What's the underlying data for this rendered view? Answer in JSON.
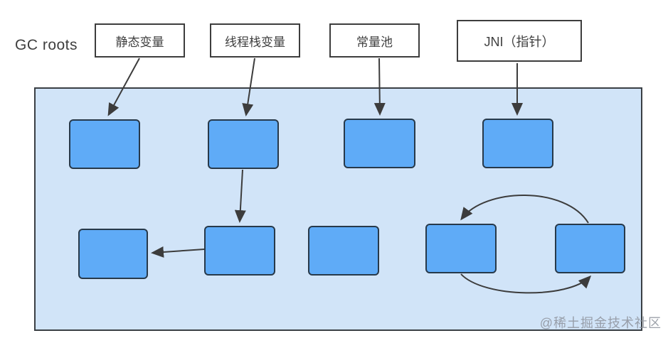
{
  "labels": {
    "gc_roots": "GC roots",
    "watermark": "@稀土掘金技术社区"
  },
  "root_nodes": [
    {
      "id": "static-variable",
      "label": "静态变量"
    },
    {
      "id": "thread-stack-variable",
      "label": "线程栈变量"
    },
    {
      "id": "constant-pool",
      "label": "常量池"
    },
    {
      "id": "jni-pointer",
      "label": "JNI（指针）"
    }
  ],
  "heap": {
    "object_count": 9,
    "edges": [
      "static-variable -> heap-object-1",
      "thread-stack-variable -> heap-object-2",
      "constant-pool -> heap-object-3",
      "jni-pointer -> heap-object-4",
      "heap-object-2 -> heap-object-6",
      "heap-object-6 -> heap-object-5",
      "heap-object-9 -> heap-object-8",
      "heap-object-8 -> heap-object-9"
    ]
  },
  "colors": {
    "background": "#ffffff",
    "heap_fill": "#d1e4f8",
    "heap_border": "#3a3f44",
    "object_fill": "#5fabf7",
    "object_border": "#27394a",
    "root_box_border": "#3d3d3d",
    "arrow": "#3c3c3c",
    "text": "#3f3f3f",
    "watermark": "#8d929c"
  }
}
